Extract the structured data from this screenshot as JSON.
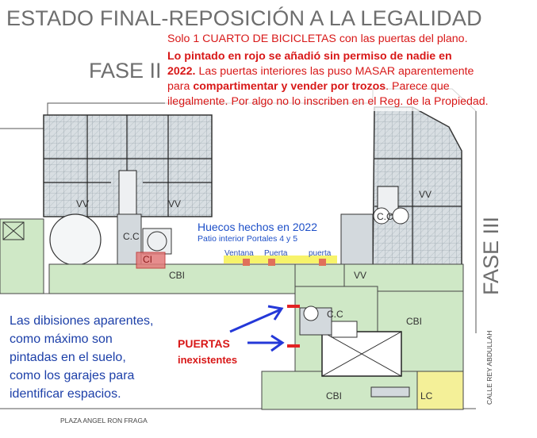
{
  "title": "ESTADO FINAL-REPOSICIÓN A LA LEGALIDAD",
  "phases": {
    "left": "FASE II",
    "right": "FASE III"
  },
  "notes": {
    "line1": "Solo 1 CUARTO DE BICICLETAS con las puertas del plano.",
    "line2_bold": "Lo pintado en rojo se añadió sin permiso de nadie en",
    "line3_bold": "2022.",
    "line3_rest": " Las puertas interiores las puso MASAR aparentemente",
    "line4_pre": "para ",
    "line4_bold": "compartimentar y vender por trozos",
    "line4_post": ". Parece que",
    "line5": "ilegalmente. Por algo no lo inscriben en el Reg. de la Propiedad."
  },
  "holes": {
    "title": "Huecos hechos en 2022",
    "subtitle": "Patio interior Portales 4 y 5",
    "ventana": "Ventana",
    "puerta1": "Puerta",
    "puerta2": "puerta"
  },
  "divisions_note": [
    "Las dibisiones aparentes,",
    "como máximo son",
    "pintadas en el suelo,",
    "como los garajes para",
    "identificar espacios."
  ],
  "doors_note": {
    "line1": "PUERTAS",
    "line2": "inexistentes"
  },
  "area_labels": {
    "cbi": "CBI",
    "lc": "LC",
    "cc": "C.C",
    "vv": "VV",
    "ci": "CI"
  },
  "streets": {
    "plaza": "PLAZA ANGEL RON FRAGA",
    "calle": "CALLE REY ABDULLAH"
  },
  "colors": {
    "green": "#cfe8c6",
    "yellow": "#f4f098",
    "red": "#e22323",
    "highlight": "#f6f25a",
    "blue_note": "#1c3fa8",
    "grey_title": "#6e6e6e"
  }
}
